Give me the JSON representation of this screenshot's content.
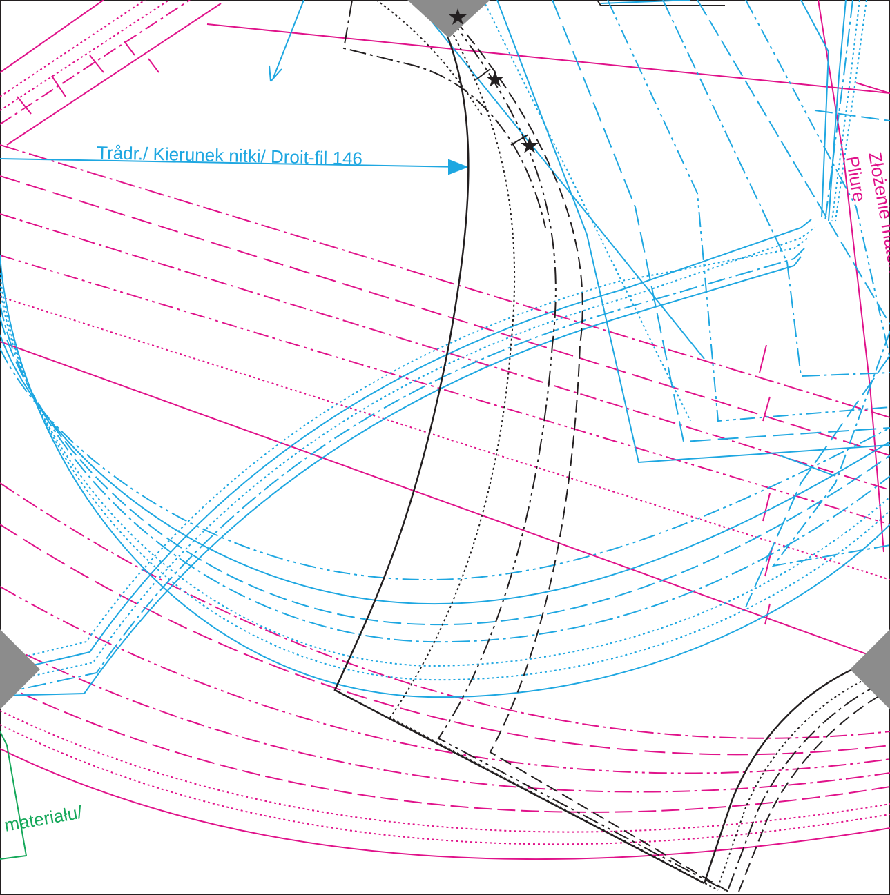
{
  "colors": {
    "blue": "#1ea7e1",
    "pink": "#e0128a",
    "black": "#231f20",
    "green": "#15a85a",
    "marker_gray": "#8c8c8c"
  },
  "labels": {
    "grainline": "Trådr./ Kierunek nitki/ Droit-fil 146",
    "fold_polish": "Złożenie materiału/",
    "fold_french": "Pliure",
    "material_fragment": "materiału/"
  },
  "icons": {
    "notch_star": "star-icon",
    "grainline_arrow": "arrow-icon",
    "registration_mark": "diamond-marker"
  }
}
